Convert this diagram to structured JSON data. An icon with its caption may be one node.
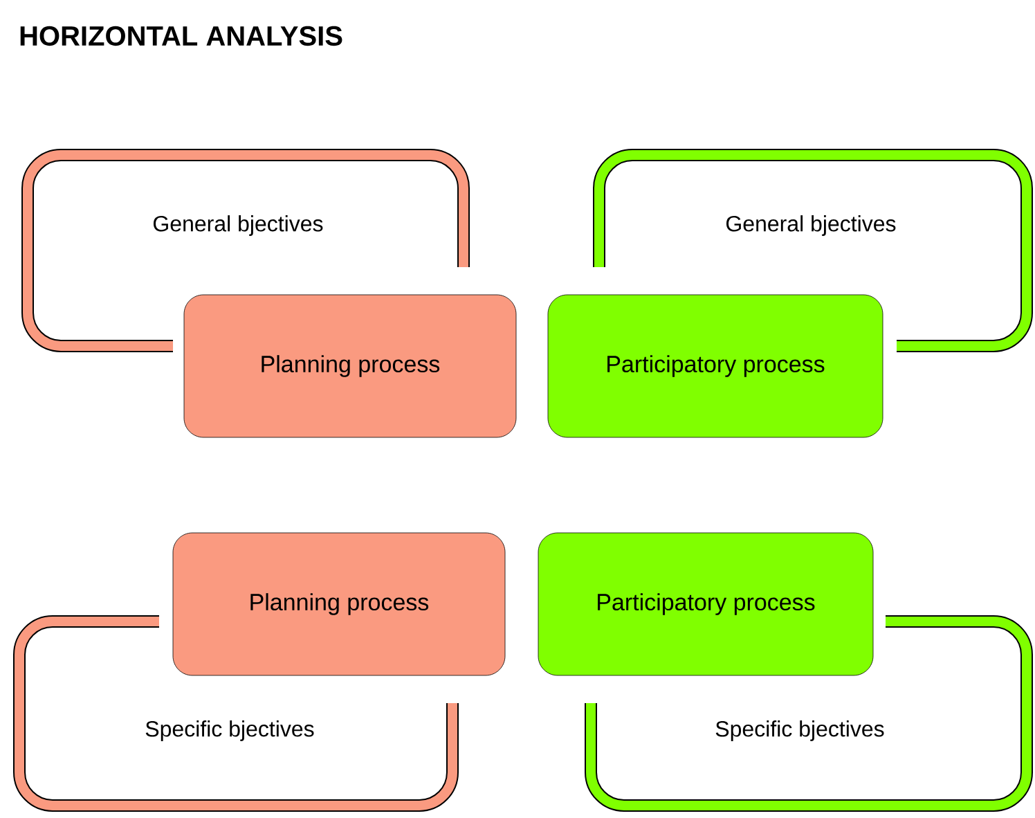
{
  "diagram": {
    "title": "HORIZONTAL ANALYSIS",
    "nodes": [
      {
        "text": [
          "General bjectives"
        ]
      },
      {
        "text": [
          "General bjectives"
        ]
      },
      {
        "text": [
          "Planning process"
        ]
      },
      {
        "text": [
          "Participatory process"
        ]
      },
      {
        "text": [
          "Planning process"
        ]
      },
      {
        "text": [
          "Participatory process"
        ]
      },
      {
        "text": [
          "Specific bjectives"
        ]
      },
      {
        "text": [
          "Specific bjectives"
        ]
      }
    ]
  }
}
